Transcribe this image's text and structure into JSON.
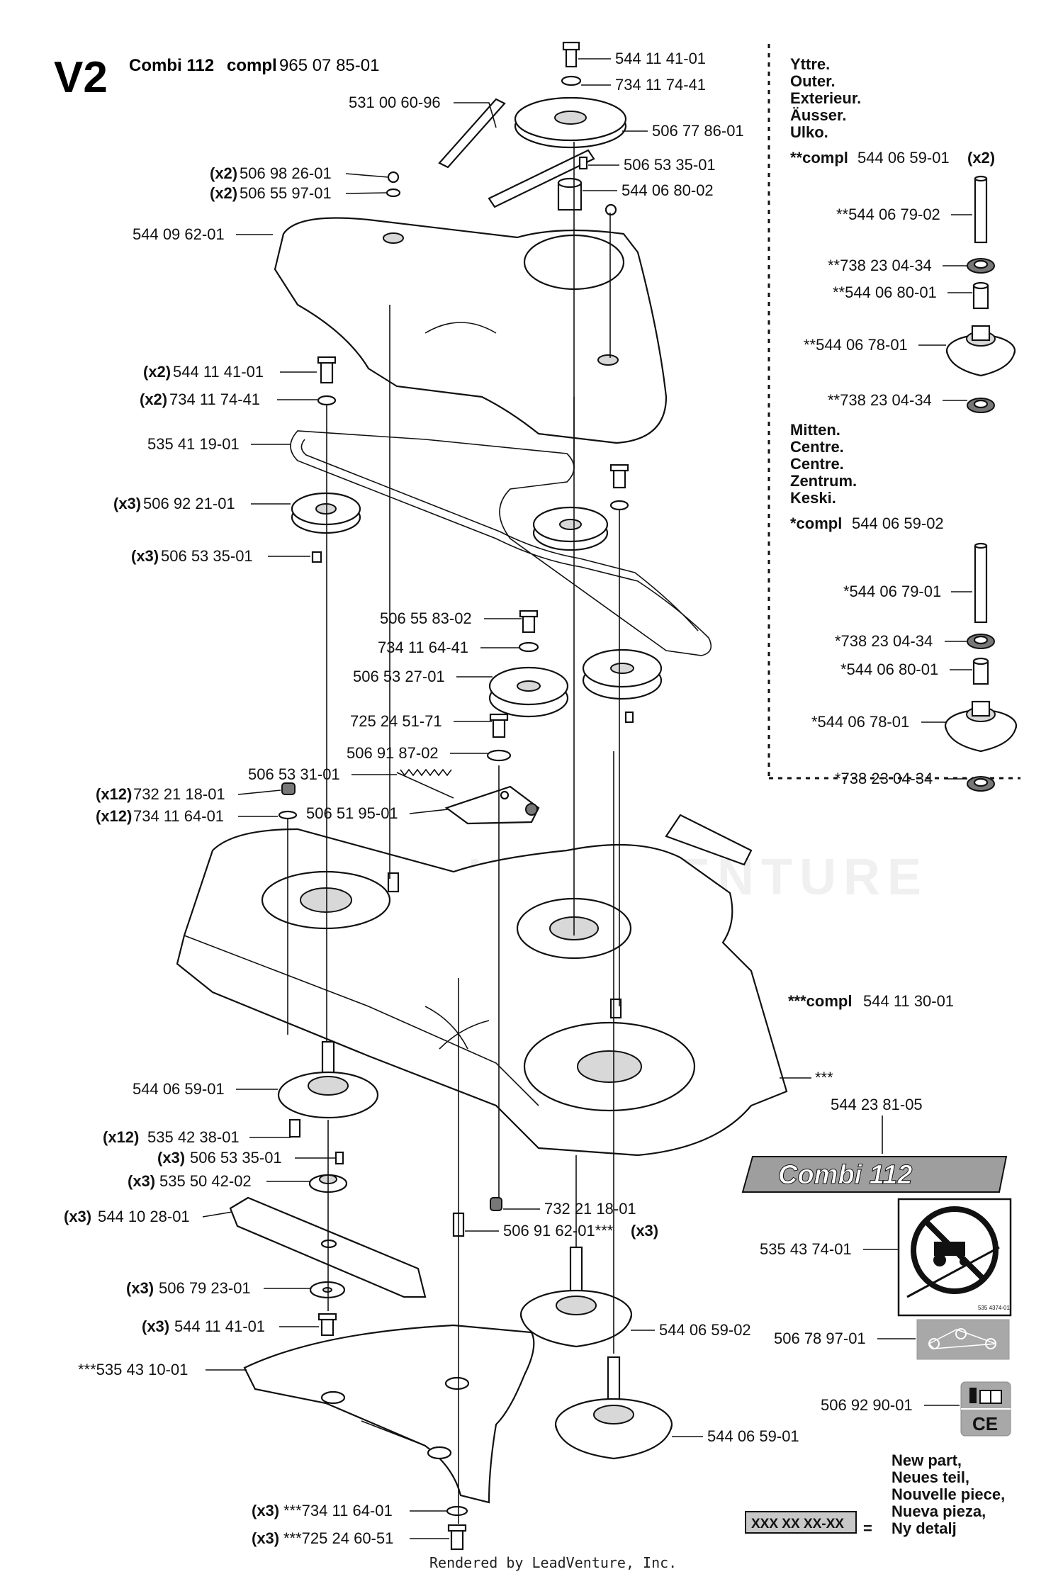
{
  "title": {
    "code": "V2",
    "model_label": "Combi 112",
    "compl_word": "compl",
    "compl_number": "965 07 85-01"
  },
  "outer_box": {
    "lines": [
      "Yttre.",
      "Outer.",
      "Exterieur.",
      "Äusser.",
      "Ulko."
    ],
    "compl_prefix": "**compl",
    "compl_number": "544 06 59-01",
    "compl_qty": "(x2)",
    "parts": [
      {
        "label": "**544 06 79-02"
      },
      {
        "label": "**738 23 04-34"
      },
      {
        "label": "**544 06 80-01"
      },
      {
        "label": "**544 06 78-01"
      },
      {
        "label": "**738 23 04-34"
      }
    ]
  },
  "center_box": {
    "lines": [
      "Mitten.",
      "Centre.",
      "Centre.",
      "Zentrum.",
      "Keski."
    ],
    "compl_prefix": "*compl",
    "compl_number": "544 06 59-02",
    "parts": [
      {
        "label": "*544 06 79-01"
      },
      {
        "label": "*738 23 04-34"
      },
      {
        "label": "*544 06 80-01"
      },
      {
        "label": "*544 06 78-01"
      },
      {
        "label": "*738 23 04-34"
      }
    ]
  },
  "deck_compl": {
    "prefix": "***compl",
    "number": "544 11 30-01",
    "marker": "***"
  },
  "callouts_right": [
    {
      "label": "544 11 41-01"
    },
    {
      "label": "734 11 74-41"
    },
    {
      "label": "506 77 86-01"
    },
    {
      "label": "506 53 35-01"
    },
    {
      "label": "544 06 80-02"
    },
    {
      "label": "544 06 59-02"
    },
    {
      "label": "544 06 59-01"
    },
    {
      "label": "732 21 18-01"
    }
  ],
  "callouts_left": [
    {
      "qty": "",
      "label": "531 00 60-96"
    },
    {
      "qty": "(x2)",
      "label": "506 98 26-01"
    },
    {
      "qty": "(x2)",
      "label": "506 55 97-01"
    },
    {
      "qty": "",
      "label": "544 09 62-01"
    },
    {
      "qty": "(x2)",
      "label": "544 11 41-01"
    },
    {
      "qty": "(x2)",
      "label": "734 11 74-41"
    },
    {
      "qty": "",
      "label": "535 41 19-01"
    },
    {
      "qty": "(x3)",
      "label": "506 92 21-01"
    },
    {
      "qty": "(x3)",
      "label": "506 53 35-01"
    },
    {
      "qty": "",
      "label": "506 55 83-02"
    },
    {
      "qty": "",
      "label": "734 11 64-41"
    },
    {
      "qty": "",
      "label": "506 53 27-01"
    },
    {
      "qty": "",
      "label": "725 24 51-71"
    },
    {
      "qty": "",
      "label": "506 91 87-02"
    },
    {
      "qty": "",
      "label": "506 53 31-01"
    },
    {
      "qty": "(x12)",
      "label": "732 21 18-01"
    },
    {
      "qty": "(x12)",
      "label": "734 11 64-01"
    },
    {
      "qty": "",
      "label": "506 51 95-01"
    },
    {
      "qty": "",
      "label": "544 06 59-01"
    },
    {
      "qty": "(x12)",
      "label": "535 42 38-01"
    },
    {
      "qty": "(x3)",
      "label": "506 53 35-01"
    },
    {
      "qty": "(x3)",
      "label": "535 50 42-02"
    },
    {
      "qty": "(x3)",
      "label": "544 10 28-01"
    },
    {
      "qty": "(x3)",
      "label": "506 79 23-01"
    },
    {
      "qty": "(x3)",
      "label": "544 11 41-01"
    },
    {
      "qty": "",
      "label": "***535 43 10-01"
    },
    {
      "qty": "(x3)",
      "label": "***734 11 64-01"
    },
    {
      "qty": "(x3)",
      "label": "***725 24 60-51"
    }
  ],
  "callout_bottom_center": {
    "label": "506 91 62-01***",
    "qty": "(x3)"
  },
  "decals": {
    "label_number": "544 23 81-05",
    "label_text": "Combi 112",
    "warning": "535 43 74-01",
    "belt_decal": "506 78 97-01",
    "manual": "506 92 90-01",
    "ce_mark": "CE",
    "warning_small": "535 4374-01"
  },
  "legend": {
    "lines": [
      "New part,",
      "Neues teil,",
      "Nouvelle piece,",
      "Nueva pieza,",
      "Ny detalj"
    ],
    "code": "XXX XX XX-XX",
    "equals": "="
  },
  "watermark": "LEADVENTURE",
  "footer": "Rendered by LeadVenture, Inc."
}
